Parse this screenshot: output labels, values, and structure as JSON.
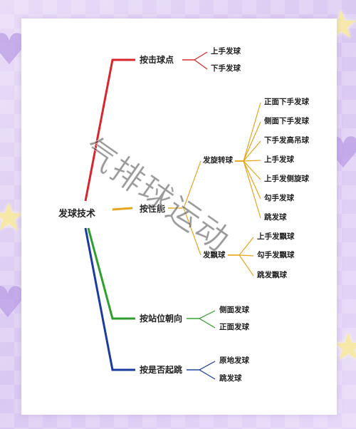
{
  "root": "发球技术",
  "watermark": "气排球运动",
  "colors": {
    "red": "#d8262c",
    "orange": "#e6a51d",
    "green": "#2e9e2c",
    "blue": "#1a3ca0"
  },
  "branches": {
    "hit_point": {
      "label": "按击球点",
      "children": [
        "上手发球",
        "下手发球"
      ]
    },
    "performance": {
      "label": "按性能",
      "spin": {
        "label": "发旋转球",
        "children": [
          "正面下手发球",
          "侧面下手发球",
          "下手发高吊球",
          "上手发球",
          "上手发侧旋球",
          "勾手发球",
          "跳发球"
        ]
      },
      "float": {
        "label": "发飘球",
        "children": [
          "上手发飘球",
          "勾手发飘球",
          "跳发飘球"
        ]
      }
    },
    "stance": {
      "label": "按站位朝向",
      "children": [
        "侧面发球",
        "正面发球"
      ]
    },
    "jump": {
      "label": "按是否起跳",
      "children": [
        "原地发球",
        "跳发球"
      ]
    }
  }
}
